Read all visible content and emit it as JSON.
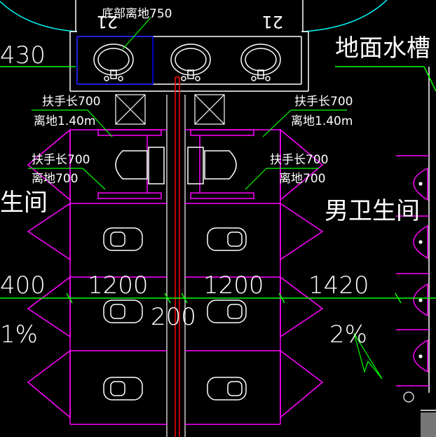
{
  "colors": {
    "background": "#000000",
    "wall": "#ffffff",
    "partition": "#ff00ff",
    "dimension": "#00ff00",
    "pipe": "#ff0000",
    "leader": "#00ff00",
    "arc": "#00ffff",
    "hatch_box": "#ffffff",
    "basin_outline": "#0000ff"
  },
  "labels": {
    "sink_note": "底部离地750",
    "num_left": "21",
    "num_right": "21",
    "dim_top_left": "430",
    "floor_trough": "地面水槽",
    "handrail_a": "扶手长700",
    "handrail_a_height": "离地1.40m",
    "handrail_b": "扶手长700",
    "handrail_b_height": "离地1.40m",
    "handrail_c": "扶手长700",
    "handrail_c_height": "离地700",
    "handrail_d": "扶手长700",
    "handrail_d_height": "离地700",
    "room_left": "生间",
    "room_right": "男卫生间",
    "dim_400": "400",
    "dim_1200_a": "1200",
    "dim_1200_b": "1200",
    "dim_1420": "1420",
    "dim_200": "200",
    "slope_left": "1%",
    "slope_right": "2%"
  }
}
